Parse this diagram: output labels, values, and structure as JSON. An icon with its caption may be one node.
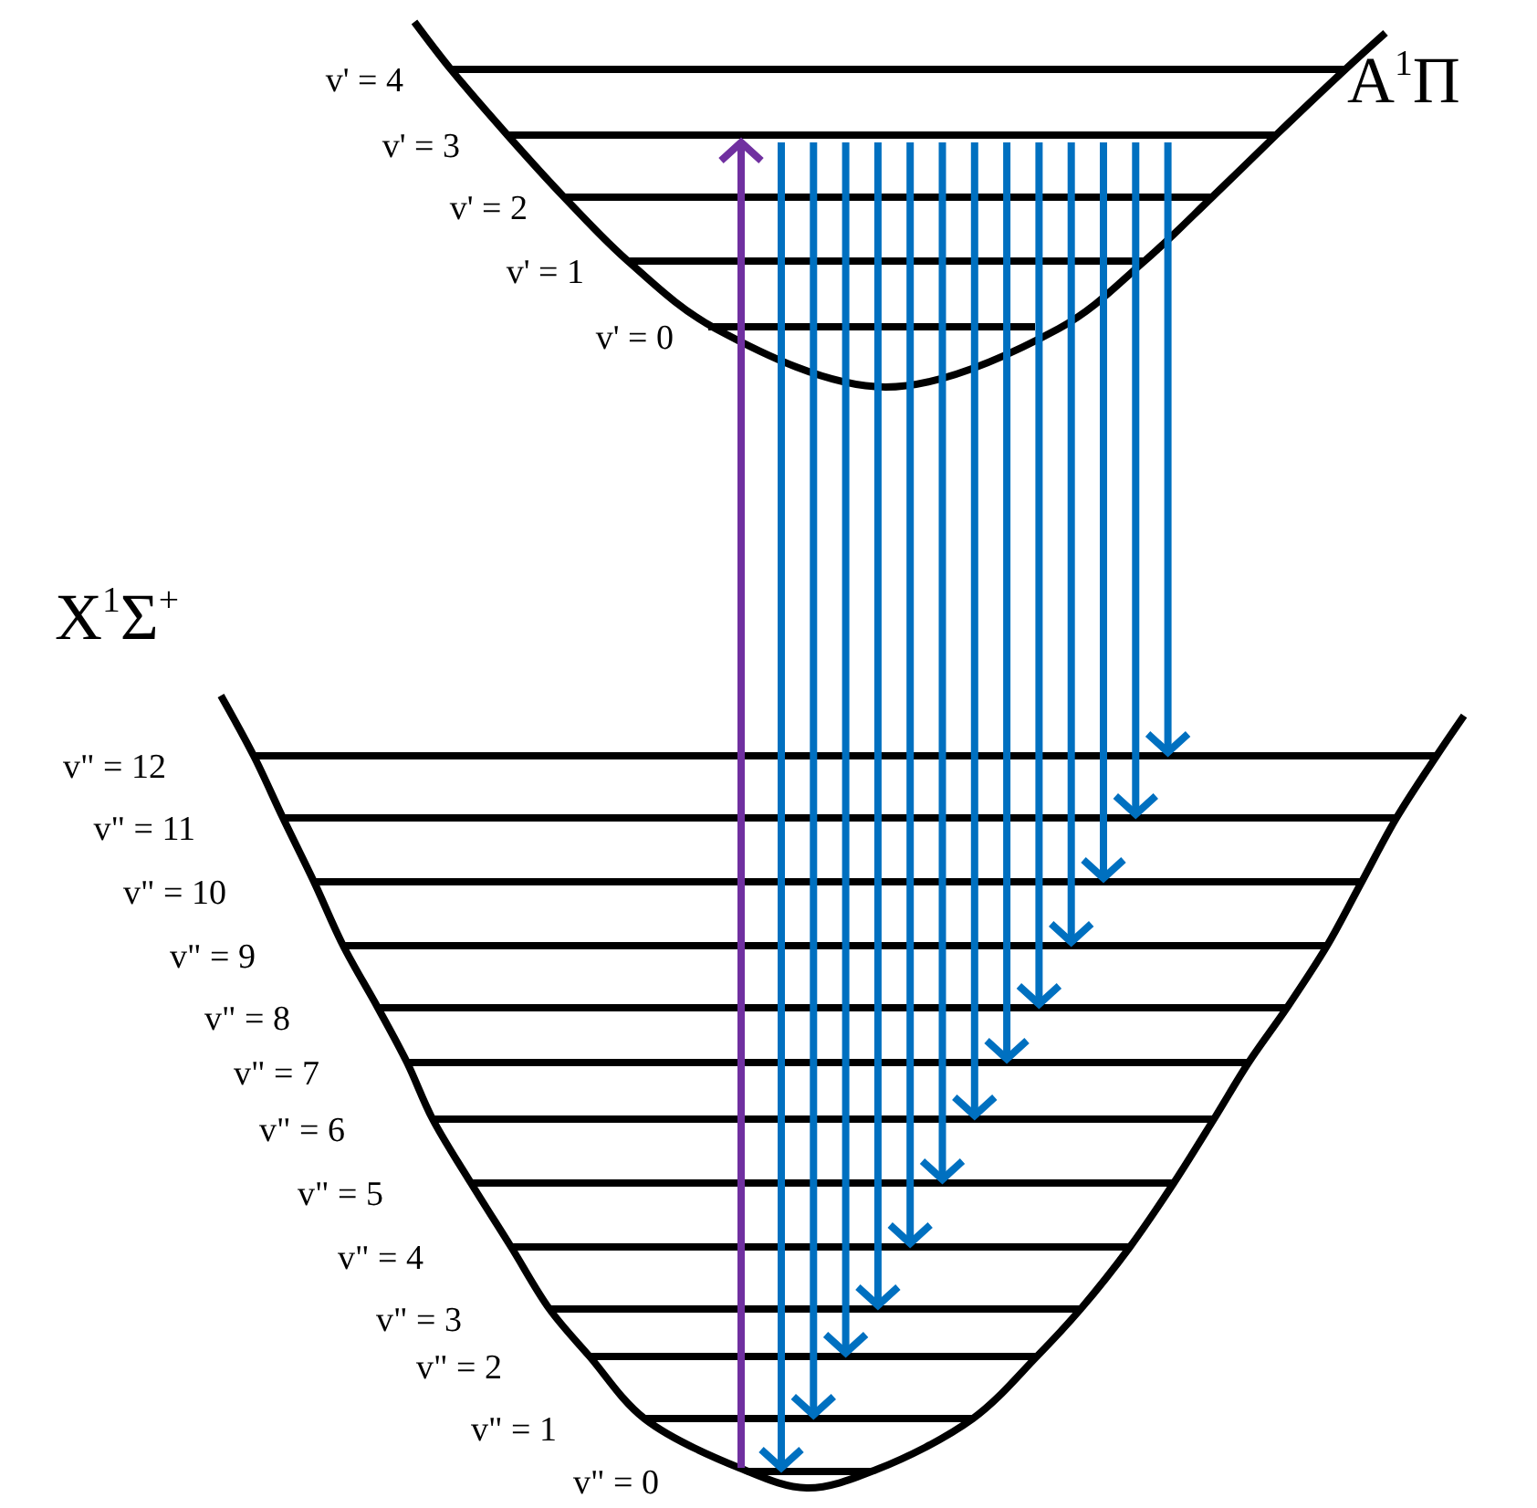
{
  "diagram": {
    "nodes": [
      {
        "text": [
          "v' = 4"
        ]
      },
      {
        "text": [
          "v' = 3"
        ]
      },
      {
        "text": [
          "v' = 2"
        ]
      },
      {
        "text": [
          "v' = 1"
        ]
      },
      {
        "text": [
          "v' = 0"
        ]
      },
      {
        "text": [
          "v\" = 12"
        ]
      },
      {
        "text": [
          "v\" = 11"
        ]
      },
      {
        "text": [
          "v\" = 10"
        ]
      },
      {
        "text": [
          "v\" = 9"
        ]
      },
      {
        "text": [
          "v\" = 8"
        ]
      },
      {
        "text": [
          "v\" = 7"
        ]
      },
      {
        "text": [
          "v\" = 6"
        ]
      },
      {
        "text": [
          "v\" = 5"
        ]
      },
      {
        "text": [
          "v\" = 4"
        ]
      },
      {
        "text": [
          "v\" = 3"
        ]
      },
      {
        "text": [
          "v\" = 2"
        ]
      },
      {
        "text": [
          "v\" = 1"
        ]
      },
      {
        "text": [
          "v\" = 0"
        ]
      }
    ],
    "edges": [
      {
        "from": 17,
        "to": 1,
        "arrow": "to",
        "color": "#7030a0"
      },
      {
        "from": 1,
        "to": 17,
        "arrow": "to"
      },
      {
        "from": 1,
        "to": 16,
        "arrow": "to"
      },
      {
        "from": 1,
        "to": 15,
        "arrow": "to"
      },
      {
        "from": 1,
        "to": 14,
        "arrow": "to"
      },
      {
        "from": 1,
        "to": 13,
        "arrow": "to"
      },
      {
        "from": 1,
        "to": 12,
        "arrow": "to"
      },
      {
        "from": 1,
        "to": 11,
        "arrow": "to"
      },
      {
        "from": 1,
        "to": 10,
        "arrow": "to"
      },
      {
        "from": 1,
        "to": 9,
        "arrow": "to"
      },
      {
        "from": 1,
        "to": 8,
        "arrow": "to"
      },
      {
        "from": 1,
        "to": 7,
        "arrow": "to"
      },
      {
        "from": 1,
        "to": 6,
        "arrow": "to"
      },
      {
        "from": 1,
        "to": 5,
        "arrow": "to"
      }
    ],
    "labels": [
      "A$^{1}$Π",
      "X$^{1}$Σ$^{+}$"
    ]
  }
}
